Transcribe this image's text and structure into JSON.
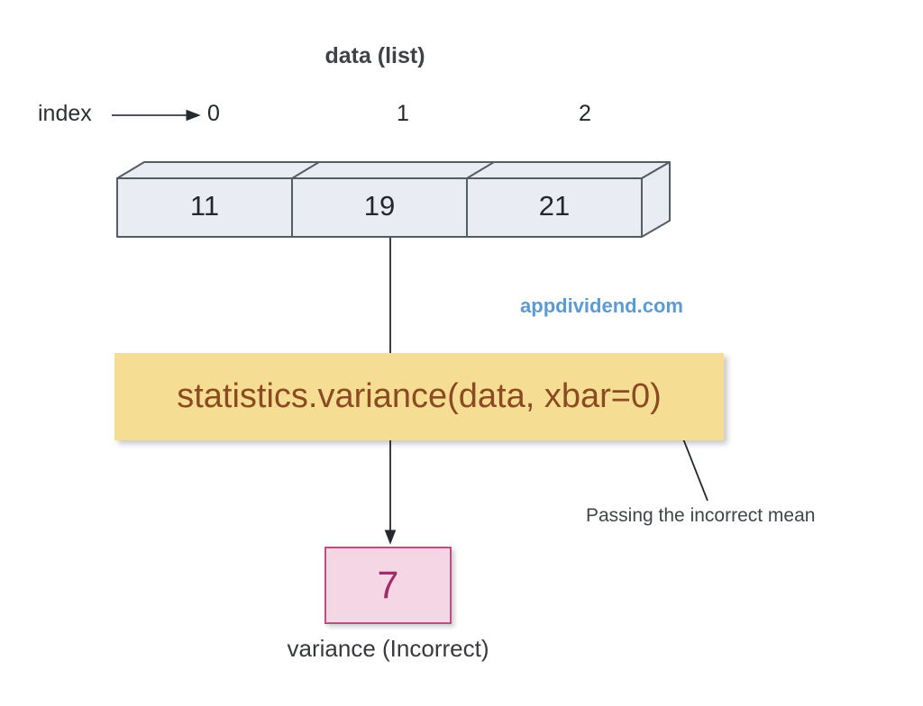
{
  "diagram": {
    "title": "data (list)",
    "index": {
      "label": "index",
      "values": [
        "0",
        "1",
        "2"
      ]
    },
    "list": {
      "cells": [
        {
          "index": "0",
          "value": "11"
        },
        {
          "index": "1",
          "value": "19"
        },
        {
          "index": "2",
          "value": "21"
        }
      ]
    },
    "watermark": "appdividend.com",
    "function_call": "statistics.variance(data, xbar=0)",
    "result": {
      "value": "7",
      "label": "variance (Incorrect)"
    },
    "annotation": "Passing the incorrect mean"
  },
  "colors": {
    "background": "#ffffff",
    "array_fill": "#e9edf3",
    "array_border": "#565c64",
    "function_box_bg": "#f6dd94",
    "function_text": "#8b4a21",
    "watermark_text": "#5b9bd5",
    "result_box_fill": "#f4d6e5",
    "result_box_border": "#bc4f81",
    "result_value_text": "#a02d6b",
    "label_text": "#3d4043",
    "arrow": "#24292e"
  }
}
